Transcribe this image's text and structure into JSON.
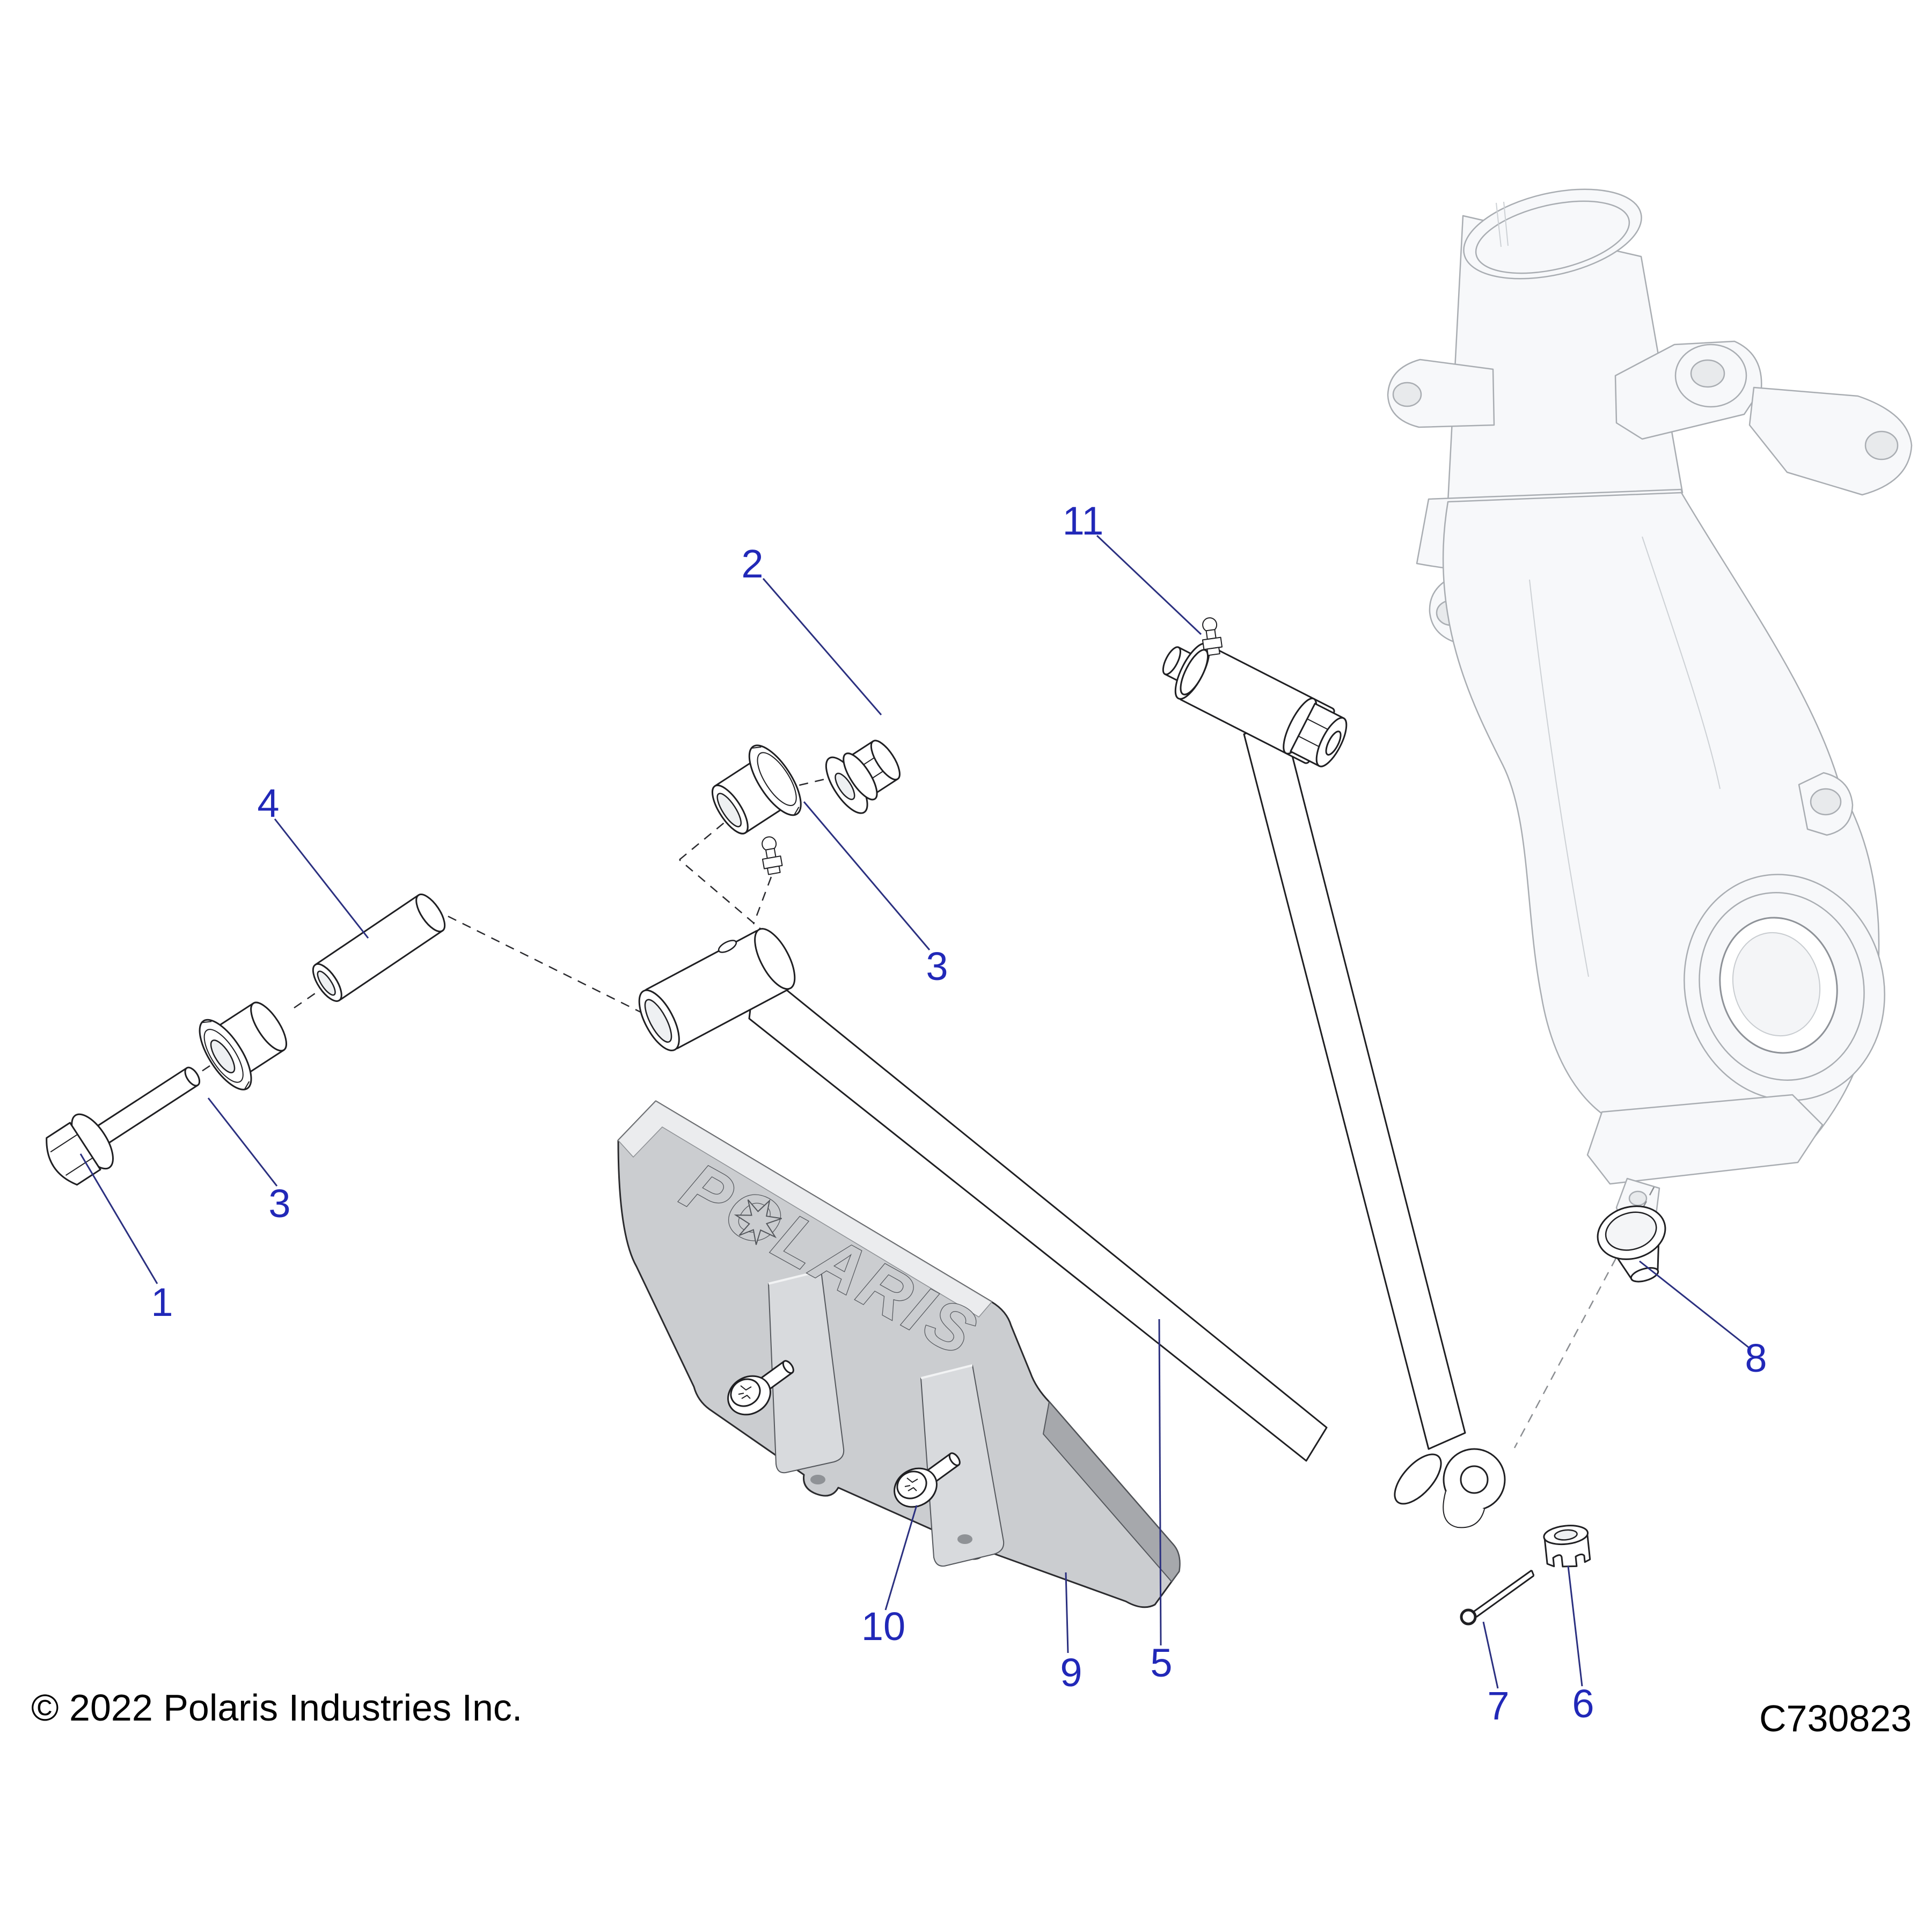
{
  "diagram": {
    "type": "exploded-parts-diagram",
    "copyright": "© 2022 Polaris Industries Inc.",
    "part_code": "C730823",
    "logo": {
      "text": "POLARIS"
    },
    "colors": {
      "callout_text": "#2128b8",
      "leader_line": "#2b3080",
      "guard_gray": "#cbcdd0",
      "ghost_gray": "#f7f8fa"
    },
    "callouts": [
      {
        "label": "1",
        "part": "flange-bolt"
      },
      {
        "label": "2",
        "part": "pivot-washer-nut"
      },
      {
        "label": "3",
        "part": "pivot-bushing-left"
      },
      {
        "label": "3",
        "part": "pivot-bushing-right"
      },
      {
        "label": "4",
        "part": "pivot-spacer-tube"
      },
      {
        "label": "5",
        "part": "a-arm"
      },
      {
        "label": "6",
        "part": "castle-nut"
      },
      {
        "label": "7",
        "part": "cotter-pin"
      },
      {
        "label": "8",
        "part": "ball-joint-cup"
      },
      {
        "label": "9",
        "part": "a-arm-guard"
      },
      {
        "label": "10",
        "part": "guard-screw"
      },
      {
        "label": "11",
        "part": "grease-fitting"
      }
    ]
  }
}
